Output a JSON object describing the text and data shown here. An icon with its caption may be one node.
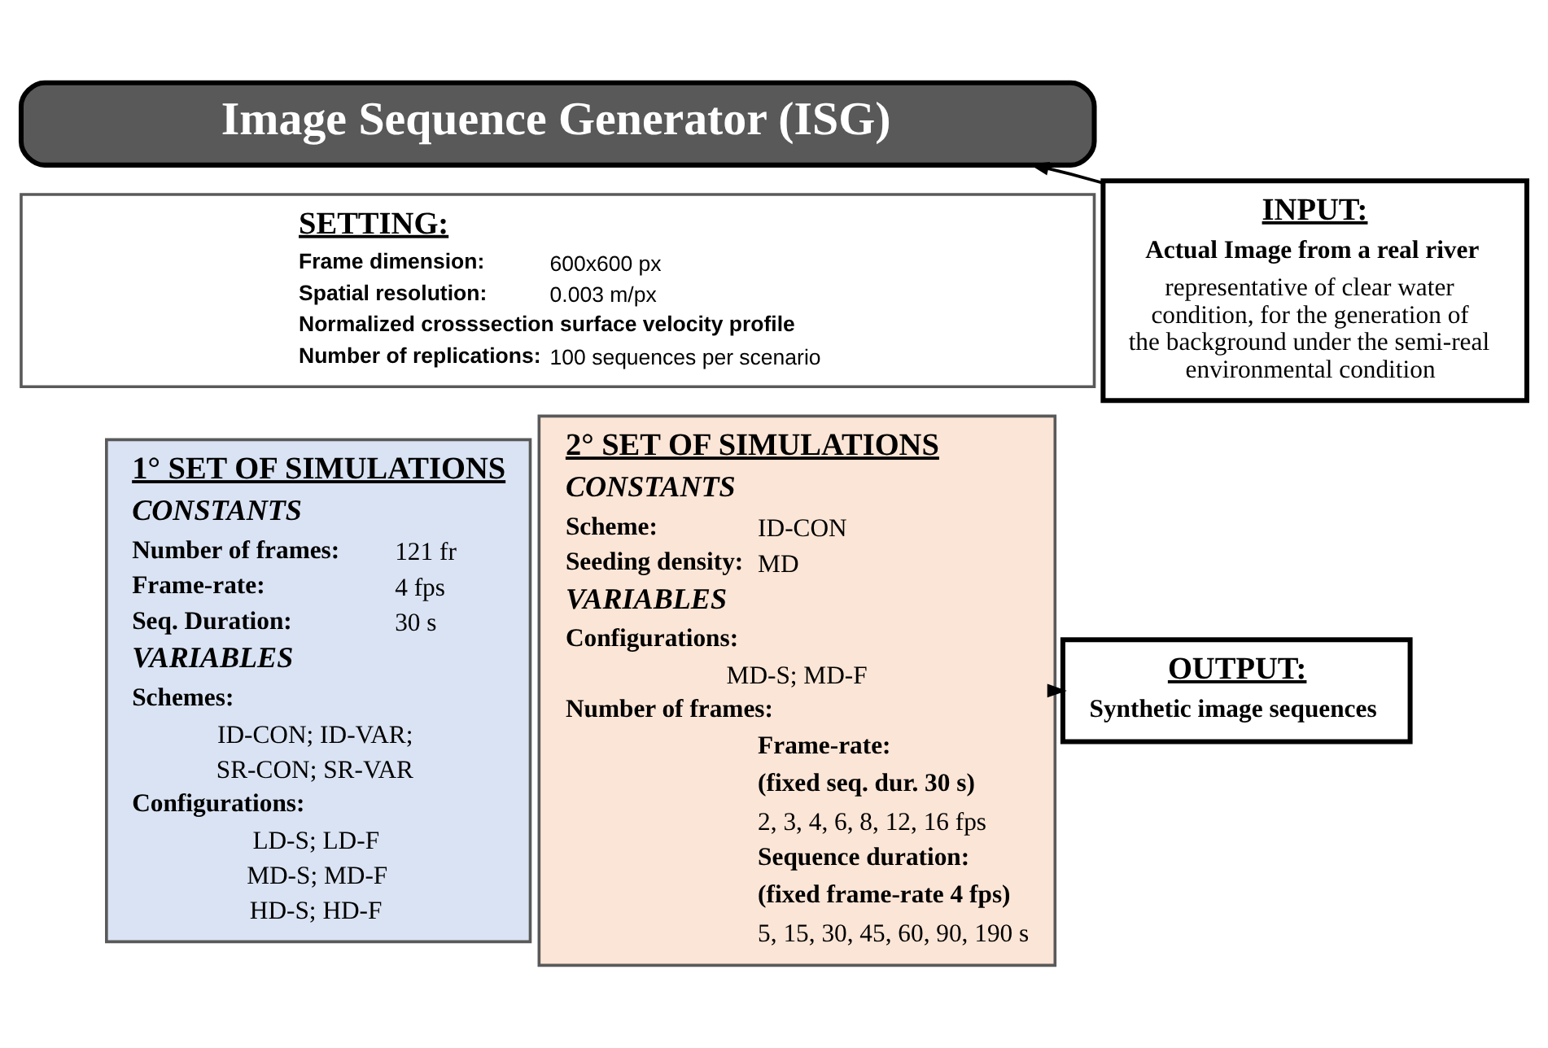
{
  "diagram": {
    "nodes": [
      {
        "text": [
          "Image Sequence Generator (ISG)"
        ]
      },
      {
        "text": [
          "SETTING:",
          "Frame dimension:",
          "600x600 px",
          "Spatial resolution:",
          "0.003 m/px",
          "Normalized crosssection surface velocity profile",
          "Number of replications:",
          "100 sequences per scenario"
        ]
      },
      {
        "text": [
          "1° SET OF SIMULATIONS",
          "CONSTANTS",
          "Number of frames:",
          "121 fr",
          "Frame-rate:",
          "4 fps",
          "Seq. Duration:",
          "30 s",
          "VARIABLES",
          "Schemes:",
          "ID-CON; ID-VAR;",
          "SR-CON; SR-VAR",
          "Configurations:",
          "LD-S; LD-F",
          "MD-S; MD-F",
          "HD-S; HD-F"
        ]
      },
      {
        "text": [
          "2° SET OF SIMULATIONS",
          "CONSTANTS",
          "Scheme:",
          "ID-CON",
          "Seeding density:",
          "MD",
          "VARIABLES",
          "Configurations:",
          "MD-S; MD-F",
          "Number of frames:",
          "Frame-rate:",
          "(fixed seq. dur. 30 s)",
          "2, 3, 4, 6, 8, 12, 16 fps",
          "Sequence duration:",
          "(fixed frame-rate 4 fps)",
          "5, 15, 30, 45, 60, 90, 190 s"
        ]
      },
      {
        "text": [
          "INPUT:",
          "Actual Image from a real river",
          "representative of clear water condition, for the generation of the background under the semi-real environmental condition"
        ]
      },
      {
        "text": [
          "OUTPUT:",
          "Synthetic image sequences"
        ]
      }
    ],
    "edges": [
      {
        "from": 4,
        "to": 0,
        "arrow": "to"
      },
      {
        "from": 3,
        "to": 5,
        "arrow": "to"
      }
    ]
  }
}
